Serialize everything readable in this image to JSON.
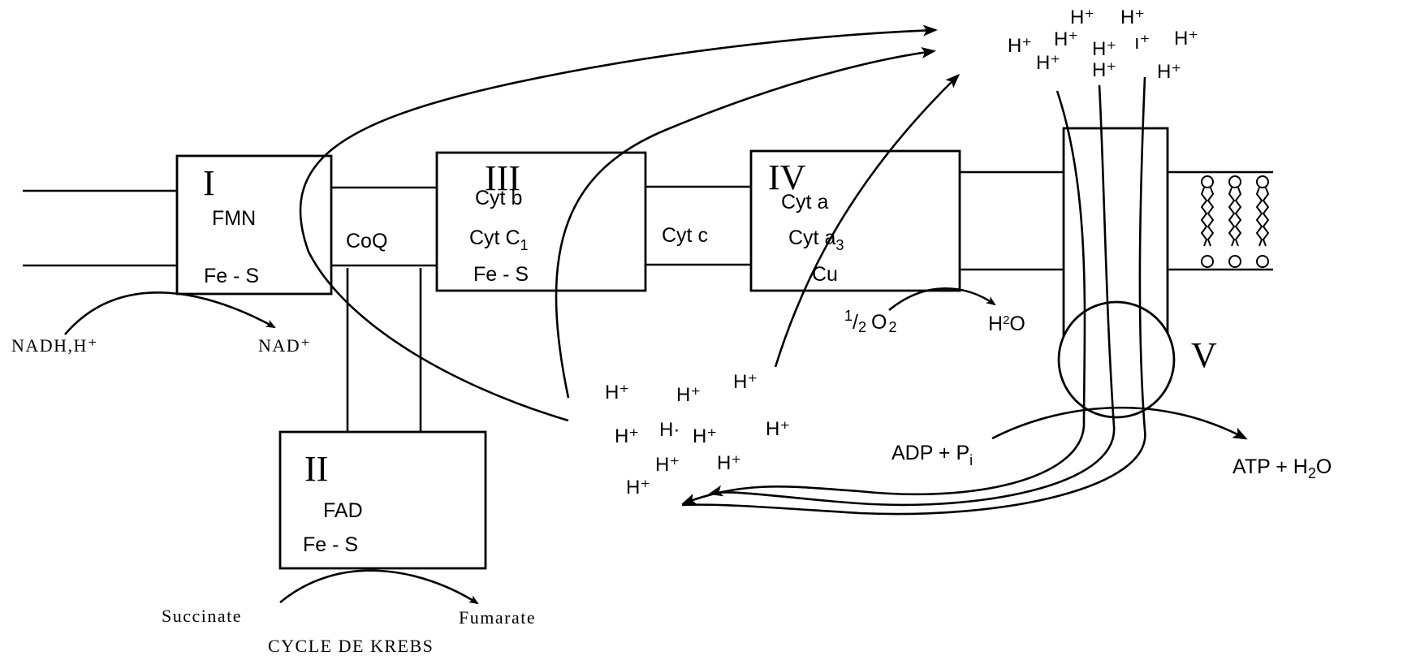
{
  "complexes": {
    "I": {
      "numeral": "I",
      "lines": [
        "FMN",
        "Fe - S"
      ]
    },
    "II": {
      "numeral": "II",
      "lines": [
        "FAD",
        "Fe - S"
      ]
    },
    "III": {
      "numeral": "III",
      "lines": [
        "Cyt b",
        "Cyt C",
        "1",
        "Fe - S"
      ]
    },
    "IV": {
      "numeral": "IV",
      "lines": [
        "Cyt a",
        "Cyt a",
        "3",
        "Cu"
      ]
    },
    "V": {
      "numeral": "V"
    }
  },
  "carriers": {
    "coq": "CoQ",
    "cyt_c": "Cyt c"
  },
  "reactions": {
    "nadh": "NADH,H⁺",
    "nad": "NAD⁺",
    "half": "1",
    "slash": "/",
    "two_a": "2",
    "o": "O",
    "two_b": "2",
    "water_h": "H",
    "water_sup": "2",
    "water_o": "O",
    "adp": "ADP + P",
    "adp_sub": "i",
    "atp": "ATP + H",
    "atp_sub": "2",
    "atp_o": "O",
    "succinate": "Succinate",
    "fumarate": "Fumarate",
    "krebs": "CYCLE DE KREBS"
  },
  "protons": {
    "top": [
      "H⁺",
      "H⁺",
      "H⁺",
      "H⁺",
      "H⁺",
      "ı⁺",
      "H⁺",
      "H⁺",
      "H⁺",
      "H⁺"
    ],
    "bottom": [
      "H⁺",
      "H⁺",
      "H⁺",
      "H⁺",
      "H·",
      "H⁺",
      "H⁺",
      "H⁺",
      "H⁺",
      "H⁺"
    ]
  }
}
